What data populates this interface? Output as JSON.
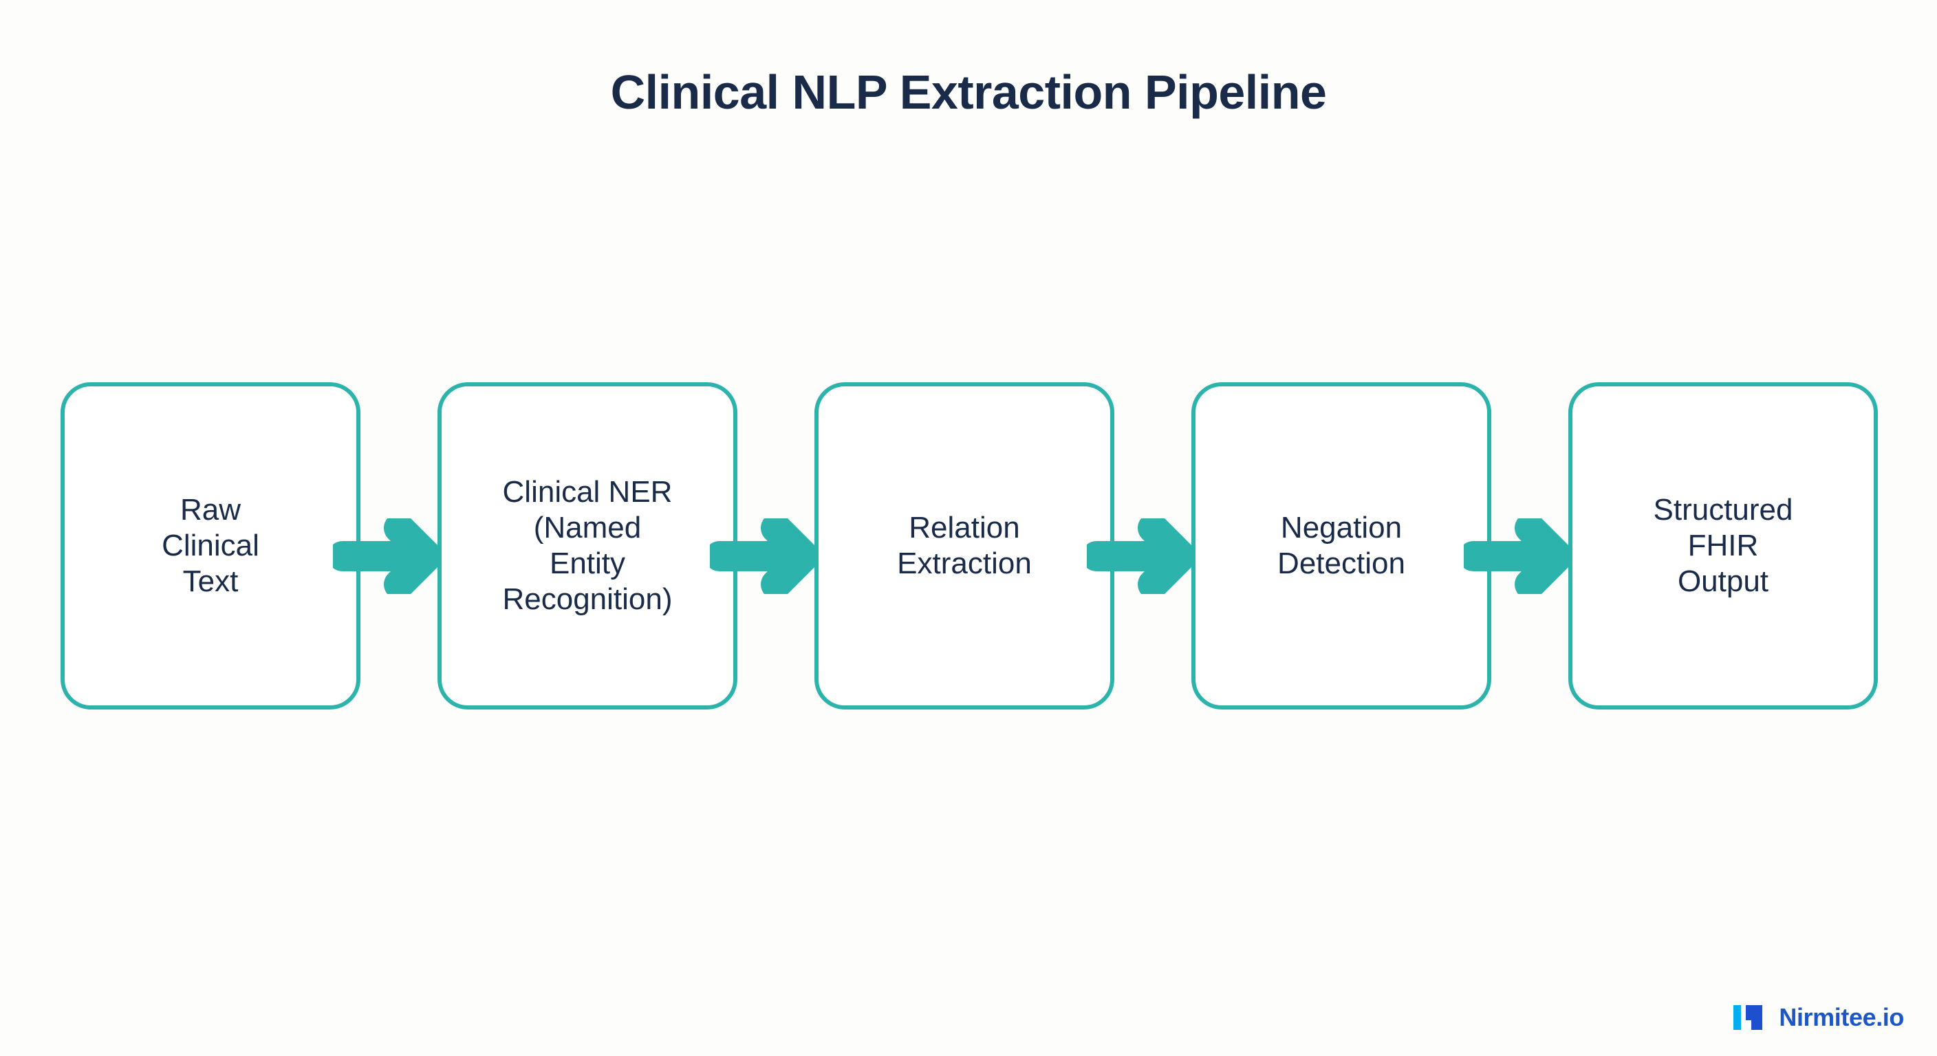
{
  "page": {
    "title": "Clinical NLP Extraction Pipeline",
    "background_color": "#fdfdfc",
    "title_color": "#1a2b49"
  },
  "theme": {
    "node_border_color": "#2bb3ac",
    "node_fill_color": "#ffffff",
    "node_text_color": "#1a2b49",
    "arrow_color": "#2bb3ac",
    "brand_text_color": "#1d57c5",
    "brand_mark_light": "#00aeef",
    "brand_mark_dark": "#1d4fd0"
  },
  "pipeline": {
    "nodes": [
      {
        "id": "raw-clinical-text",
        "label": "Raw\nClinical\nText"
      },
      {
        "id": "clinical-ner",
        "label": "Clinical NER\n(Named\nEntity\nRecognition)"
      },
      {
        "id": "relation-extraction",
        "label": "Relation\nExtraction"
      },
      {
        "id": "negation-detection",
        "label": "Negation\nDetection"
      },
      {
        "id": "structured-fhir",
        "label": "Structured\nFHIR\nOutput"
      }
    ],
    "arrows": [
      {
        "id": "arrow-1",
        "icon": "arrow-right-icon",
        "from": "raw-clinical-text",
        "to": "clinical-ner"
      },
      {
        "id": "arrow-2",
        "icon": "arrow-right-icon",
        "from": "clinical-ner",
        "to": "relation-extraction"
      },
      {
        "id": "arrow-3",
        "icon": "arrow-right-icon",
        "from": "relation-extraction",
        "to": "negation-detection"
      },
      {
        "id": "arrow-4",
        "icon": "arrow-right-icon",
        "from": "negation-detection",
        "to": "structured-fhir"
      }
    ]
  },
  "brand": {
    "name": "Nirmitee.io",
    "mark_icon": "nirmitee-logo-icon"
  }
}
